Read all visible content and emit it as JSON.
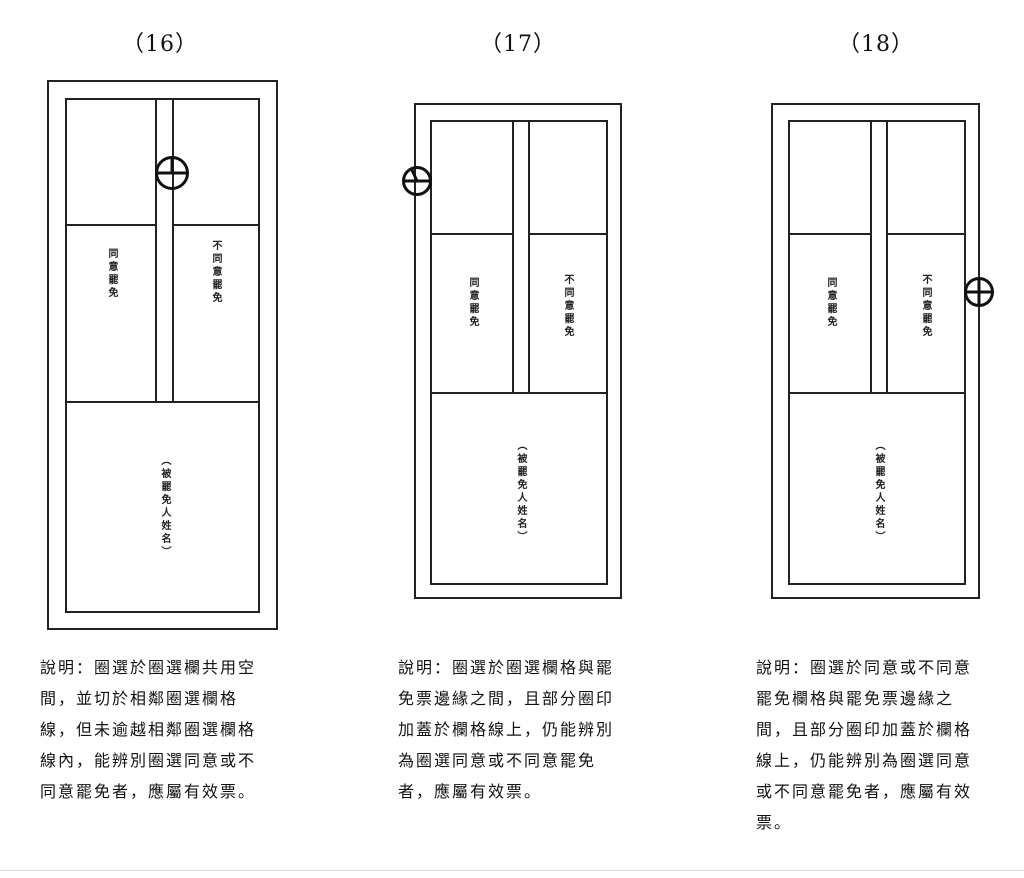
{
  "figures": [
    {
      "number": "（16）",
      "cell_agree": "同意罷免",
      "cell_disagree": "不同意罷免",
      "cell_name": "（被罷免人姓名）",
      "caption": "說明：圈選於圈選欄共用空間，並切於相鄰圈選欄格線，但未逾越相鄰圈選欄格線內，能辨別圈選同意或不同意罷免者，應屬有效票。"
    },
    {
      "number": "（17）",
      "cell_agree": "同意罷免",
      "cell_disagree": "不同意罷免",
      "cell_name": "（被罷免人姓名）",
      "caption": "說明：圈選於圈選欄格與罷免票邊緣之間，且部分圈印加蓋於欄格線上，仍能辨別為圈選同意或不同意罷免者，應屬有效票。"
    },
    {
      "number": "（18）",
      "cell_agree": "同意罷免",
      "cell_disagree": "不同意罷免",
      "cell_name": "（被罷免人姓名）",
      "caption": "說明：圈選於同意或不同意罷免欄格與罷免票邊緣之間，且部分圈印加蓋於欄格線上，仍能辨別為圈選同意或不同意罷免者，應屬有效票。"
    }
  ],
  "icons": {
    "stamp": "circle-cross-stamp-icon"
  }
}
